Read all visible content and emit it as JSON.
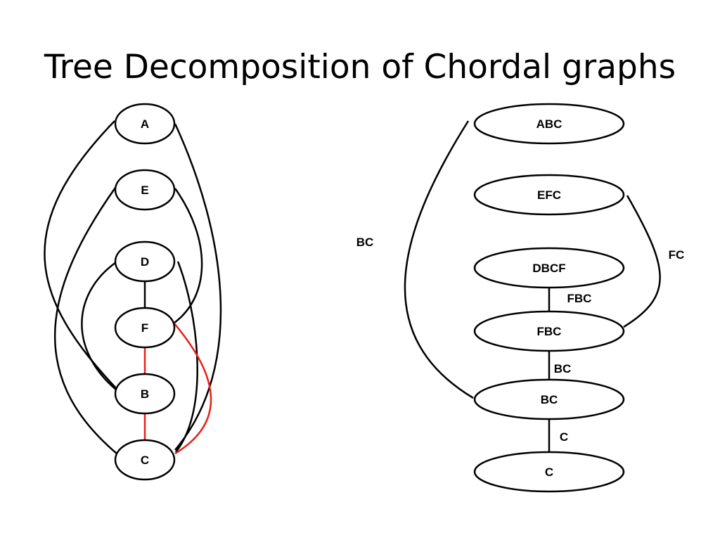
{
  "title": "Tree Decomposition of Chordal graphs",
  "colors": {
    "edge": "#000000",
    "highlight": "#e8201a"
  },
  "graph": {
    "nodes": [
      {
        "id": "A",
        "label": "A"
      },
      {
        "id": "E",
        "label": "E"
      },
      {
        "id": "D",
        "label": "D"
      },
      {
        "id": "F",
        "label": "F"
      },
      {
        "id": "B",
        "label": "B"
      },
      {
        "id": "C",
        "label": "C"
      }
    ],
    "edges": [
      {
        "from": "D",
        "to": "F",
        "highlight": false
      },
      {
        "from": "F",
        "to": "B",
        "highlight": true
      },
      {
        "from": "B",
        "to": "C",
        "highlight": true
      },
      {
        "from": "F",
        "to": "C",
        "highlight": true
      },
      {
        "from": "A",
        "to": "B",
        "highlight": false
      },
      {
        "from": "A",
        "to": "C",
        "highlight": false
      },
      {
        "from": "E",
        "to": "C",
        "highlight": false
      },
      {
        "from": "E",
        "to": "F",
        "highlight": false
      },
      {
        "from": "D",
        "to": "B",
        "highlight": false
      },
      {
        "from": "D",
        "to": "C",
        "highlight": false
      }
    ]
  },
  "tree": {
    "bags": [
      {
        "id": "ABC",
        "label": "ABC"
      },
      {
        "id": "EFC",
        "label": "EFC"
      },
      {
        "id": "DBCF",
        "label": "DBCF"
      },
      {
        "id": "FBC",
        "label": "FBC"
      },
      {
        "id": "BC",
        "label": "BC"
      },
      {
        "id": "C",
        "label": "C"
      }
    ],
    "edges": [
      {
        "from": "ABC",
        "to": "BC",
        "label": "BC"
      },
      {
        "from": "EFC",
        "to": "FBC",
        "label": "FC"
      },
      {
        "from": "DBCF",
        "to": "FBC",
        "label": "FBC"
      },
      {
        "from": "FBC",
        "to": "BC",
        "label": "BC"
      },
      {
        "from": "BC",
        "to": "C",
        "label": "C"
      }
    ]
  }
}
